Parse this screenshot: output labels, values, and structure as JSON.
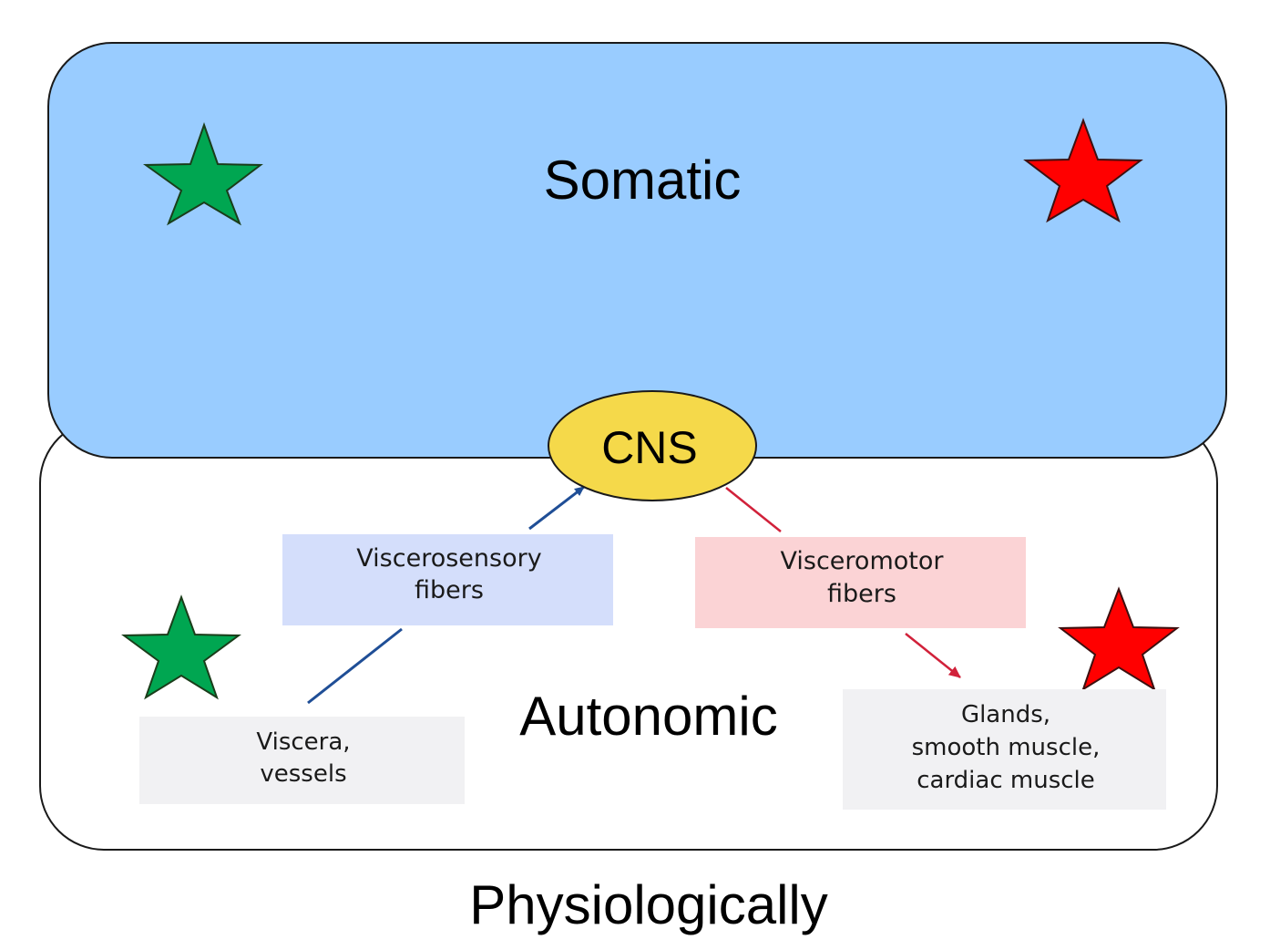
{
  "somatic": {
    "label": "Somatic",
    "fill_color": "#99ccff",
    "stars": [
      {
        "icon": "star-icon",
        "color": "#00a651"
      },
      {
        "icon": "star-icon",
        "color": "#ff0000"
      }
    ]
  },
  "autonomic": {
    "label": "Autonomic",
    "fill_color": "#ffffff",
    "stars": [
      {
        "icon": "star-icon",
        "color": "#00a651"
      },
      {
        "icon": "star-icon",
        "color": "#ff0000"
      }
    ]
  },
  "cns": {
    "label": "CNS",
    "fill_color": "#f5d94a"
  },
  "boxes": {
    "viscerosensory": {
      "line1": "Viscerosensory",
      "line2": "fibers",
      "fill_color": "#d4defb"
    },
    "visceromotor": {
      "line1": "Visceromotor",
      "line2": "fibers",
      "fill_color": "#fbd3d5"
    },
    "viscera": {
      "line1": "Viscera,",
      "line2": "vessels",
      "fill_color": "#f1f1f3"
    },
    "glands": {
      "line1": "Glands,",
      "line2": "smooth muscle,",
      "line3": "cardiac muscle",
      "fill_color": "#f1f1f3"
    }
  },
  "arrows": {
    "sensory_color": "#1f4e96",
    "motor_color": "#d1213a"
  },
  "caption": "Physiologically"
}
